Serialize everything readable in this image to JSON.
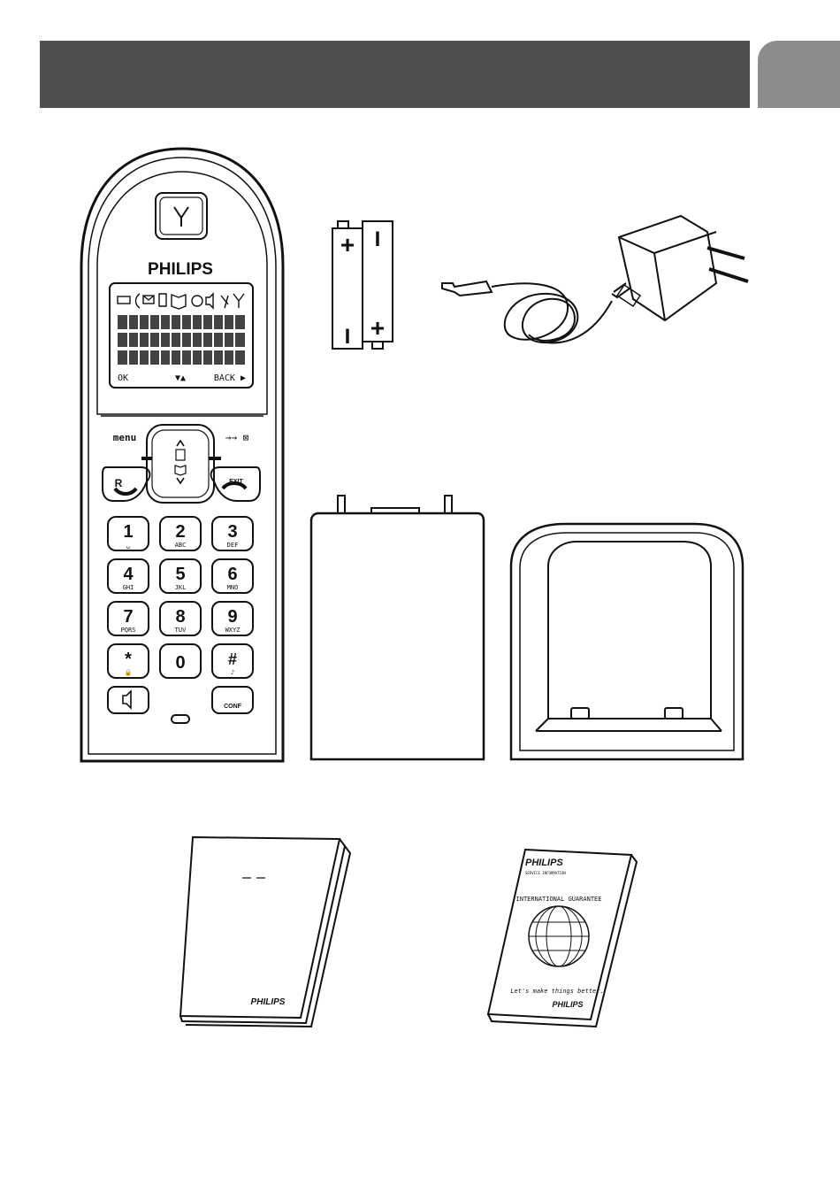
{
  "header": {
    "title": ""
  },
  "handset": {
    "brand": "PHILIPS",
    "display": {
      "softkey_left": "OK",
      "softkey_mid": "▼▲",
      "softkey_right": "BACK ▶"
    },
    "nav": {
      "menu_label": "menu",
      "redial_label": "→→ ⊠",
      "exit_label": "EXIT",
      "talk_label": "R"
    },
    "keypad": [
      {
        "digit": "1",
        "letters": "␣"
      },
      {
        "digit": "2",
        "letters": "ABC"
      },
      {
        "digit": "3",
        "letters": "DEF"
      },
      {
        "digit": "4",
        "letters": "GHI"
      },
      {
        "digit": "5",
        "letters": "JKL"
      },
      {
        "digit": "6",
        "letters": "MNO"
      },
      {
        "digit": "7",
        "letters": "PQRS"
      },
      {
        "digit": "8",
        "letters": "TUV"
      },
      {
        "digit": "9",
        "letters": "WXYZ"
      },
      {
        "digit": "*",
        "letters": "🔒"
      },
      {
        "digit": "0",
        "letters": ""
      },
      {
        "digit": "#",
        "letters": "♪"
      }
    ],
    "conf_label": "CONF"
  },
  "batteries": {
    "plus": "+",
    "minus": "I"
  },
  "manual": {
    "brand": "PHILIPS"
  },
  "guarantee": {
    "brand": "PHILIPS",
    "subtitle": "SERVICE INFORMATION",
    "ring_text": "INTERNATIONAL GUARANTEE",
    "slogan": "Let's make things better.",
    "brand_footer": "PHILIPS"
  }
}
